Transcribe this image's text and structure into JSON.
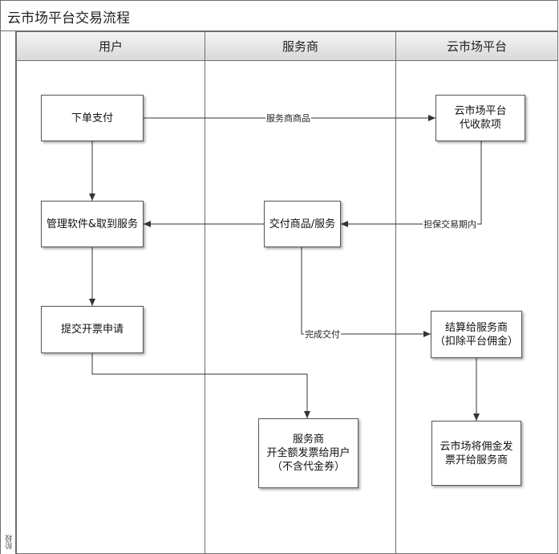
{
  "title": "云市场平台交易流程",
  "stage_label": "阶段",
  "lanes": [
    "用户",
    "服务商",
    "云市场平台"
  ],
  "nodes": {
    "order_pay": "下单支付",
    "collect": "云市场平台\n代收款项",
    "manage": "管理软件&取到服务",
    "deliver": "交付商品/服务",
    "invoice_request": "提交开票申请",
    "settle": "结算给服务商\n（扣除平台佣金）",
    "provider_invoice": "服务商\n开全额发票给用户\n（不含代金券）",
    "platform_invoice": "云市场将佣金发\n票开给服务商"
  },
  "edge_labels": {
    "goods": "服务商商品",
    "escrow": "担保交易期内",
    "done": "完成交付"
  }
}
